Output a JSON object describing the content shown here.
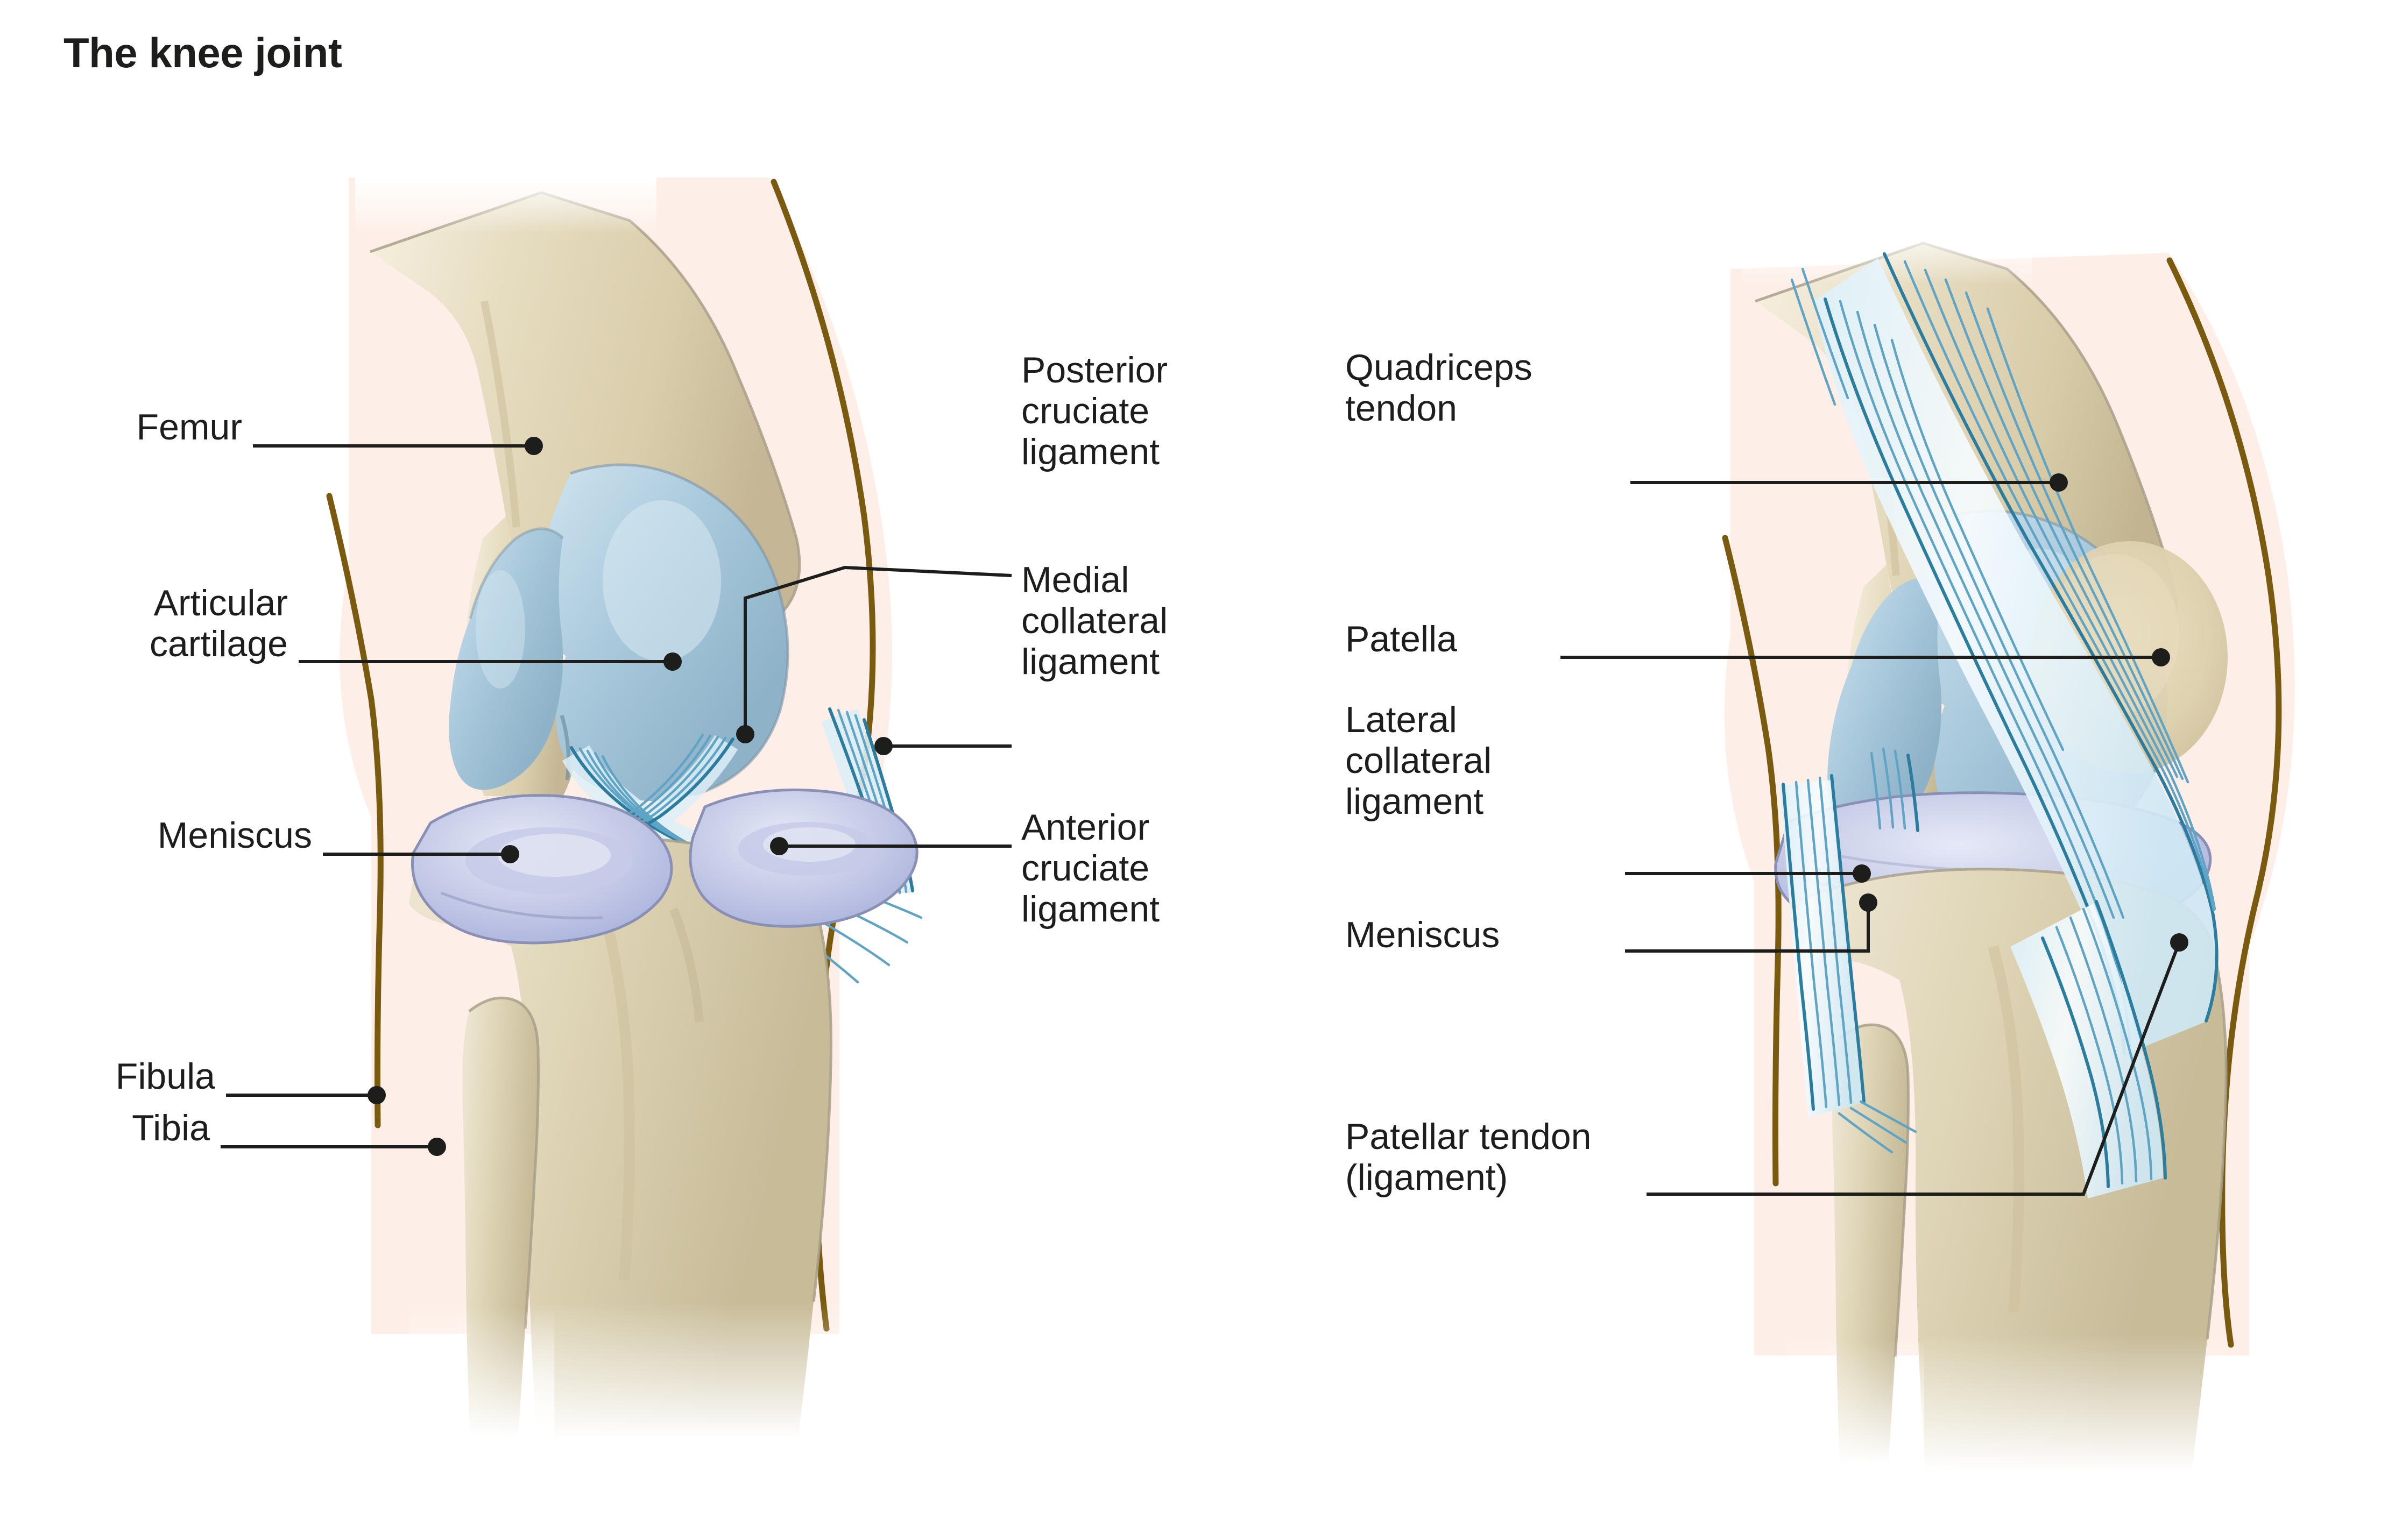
{
  "title": "The knee joint",
  "colors": {
    "background": "#ffffff",
    "text": "#1d1d1b",
    "leader_line": "#1d1d1b",
    "skin_outline": "#7a5a0e",
    "skin_fill": "#fdeee6",
    "bone": "#ddd1b0",
    "bone_shadow": "#c3b894",
    "cartilage": "#a9c9dc",
    "cartilage_shadow": "#8fb4cb",
    "meniscus": "#b8bfe0",
    "meniscus_light": "#d5d9ee",
    "ligament_fiber": "#5fa4c4",
    "ligament_fiber_dark": "#2a7d9e",
    "ligament_sheet": "#ddeef7"
  },
  "panels": [
    {
      "id": "anterior-view",
      "name": "left-knee-illustration",
      "labels_left": [
        {
          "id": "femur",
          "text": "Femur"
        },
        {
          "id": "articular-cartilage",
          "text": "Articular\ncartilage"
        },
        {
          "id": "meniscus-left",
          "text": "Meniscus"
        },
        {
          "id": "fibula",
          "text": "Fibula"
        },
        {
          "id": "tibia",
          "text": "Tibia"
        }
      ],
      "labels_right": [
        {
          "id": "posterior-cruciate-ligament",
          "text": "Posterior\ncruciate\nligament"
        },
        {
          "id": "medial-collateral-ligament",
          "text": "Medial\ncollateral\nligament"
        },
        {
          "id": "anterior-cruciate-ligament",
          "text": "Anterior\ncruciate\nligament"
        }
      ]
    },
    {
      "id": "lateral-view",
      "name": "right-knee-illustration",
      "labels_left": [
        {
          "id": "quadriceps-tendon",
          "text": "Quadriceps\ntendon"
        },
        {
          "id": "patella",
          "text": "Patella"
        },
        {
          "id": "lateral-collateral-ligament",
          "text": "Lateral\ncollateral\nligament"
        },
        {
          "id": "meniscus-right",
          "text": "Meniscus"
        },
        {
          "id": "patellar-tendon",
          "text": "Patellar tendon\n(ligament)"
        }
      ]
    }
  ]
}
